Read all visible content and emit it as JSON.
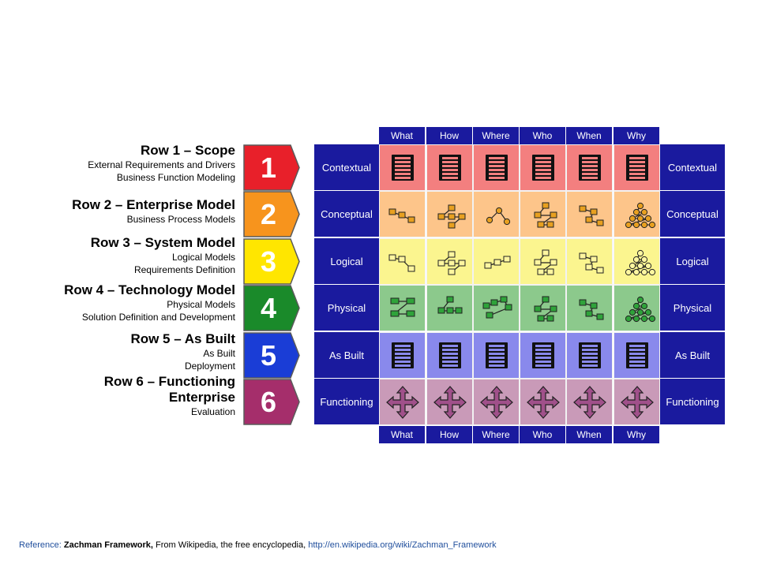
{
  "columns": [
    "What",
    "How",
    "Where",
    "Who",
    "When",
    "Why"
  ],
  "row_labels": [
    "Contextual",
    "Conceptual",
    "Logical",
    "Physical",
    "As Built",
    "Functioning"
  ],
  "rows": [
    {
      "number": "1",
      "title": "Row 1 – Scope",
      "subs": [
        "External Requirements and Drivers",
        "Business Function Modeling"
      ],
      "badge_color": "#e8202a",
      "cell_color": "#f37f7f",
      "icon": "stack-icon"
    },
    {
      "number": "2",
      "title": "Row 2 – Enterprise Model",
      "subs": [
        "Business Process Models"
      ],
      "badge_color": "#f7941d",
      "cell_color": "#fdc58a",
      "icon": "process-icon"
    },
    {
      "number": "3",
      "title": "Row 3 – System Model",
      "subs": [
        "Logical Models",
        "Requirements Definition"
      ],
      "badge_color": "#ffe600",
      "cell_color": "#fbf58f",
      "icon": "logical-icon"
    },
    {
      "number": "4",
      "title": "Row 4 – Technology Model",
      "subs": [
        "Physical Models",
        "Solution Definition and Development"
      ],
      "badge_color": "#1a8a2a",
      "cell_color": "#8cc98c",
      "icon": "physical-icon"
    },
    {
      "number": "5",
      "title": "Row 5 – As Built",
      "subs": [
        "As Built",
        "Deployment"
      ],
      "badge_color": "#1a3dd6",
      "cell_color": "#8989ec",
      "icon": "stack-icon"
    },
    {
      "number": "6",
      "title": "Row 6 – Functioning Enterprise",
      "subs": [
        "Evaluation"
      ],
      "badge_color": "#a52e6b",
      "cell_color": "#c99ab8",
      "icon": "move-icon"
    }
  ],
  "header_color": "#1a1a9e",
  "reference": {
    "label": "Reference:",
    "title": "Zachman Framework,",
    "text": "From Wikipedia, the free encyclopedia,",
    "url": "http://en.wikipedia.org/wiki/Zachman_Framework"
  }
}
